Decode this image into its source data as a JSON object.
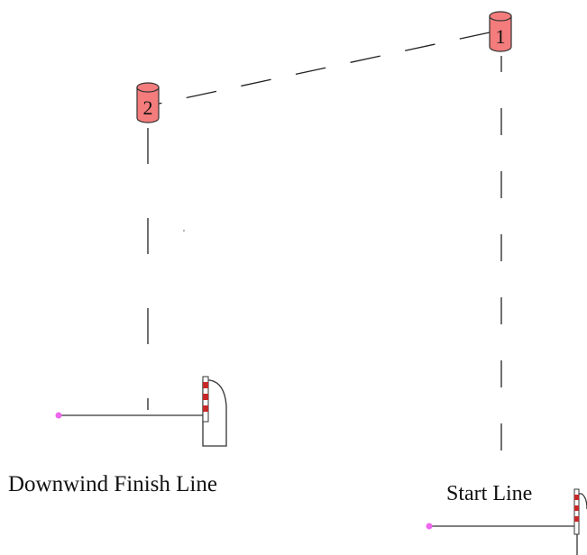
{
  "marks": [
    {
      "id": "mark-1",
      "number": "1",
      "color": "#f47c7c"
    },
    {
      "id": "mark-2",
      "number": "2",
      "color": "#f47c7c"
    }
  ],
  "lines": {
    "finish_label": "Downwind Finish Line",
    "start_label": "Start Line",
    "pin_color": "#ee66ee",
    "flag_colors": [
      "#c62828",
      "#ffffff"
    ]
  }
}
